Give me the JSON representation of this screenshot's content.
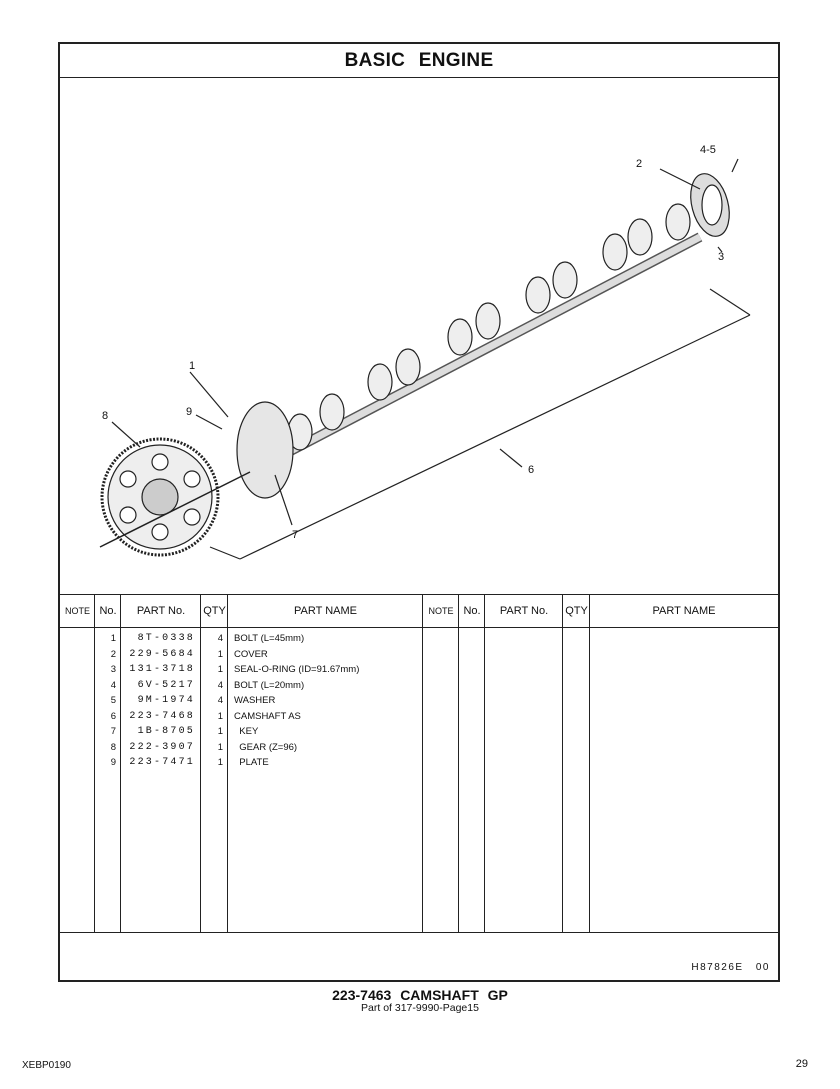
{
  "title": "BASIC ENGINE",
  "callouts": [
    "1",
    "2",
    "3",
    "4-5",
    "6",
    "7",
    "8",
    "9"
  ],
  "table": {
    "headers": {
      "note": "NOTE",
      "no": "No.",
      "part_no": "PART No.",
      "qty": "QTY",
      "part_name": "PART NAME"
    },
    "rows": [
      {
        "no": "1",
        "part_no": "8T-0338",
        "qty": "4",
        "name": "BOLT (L=45mm)"
      },
      {
        "no": "2",
        "part_no": "229-5684",
        "qty": "1",
        "name": "COVER"
      },
      {
        "no": "3",
        "part_no": "131-3718",
        "qty": "1",
        "name": "SEAL-O-RING (ID=91.67mm)"
      },
      {
        "no": "4",
        "part_no": "6V-5217",
        "qty": "4",
        "name": "BOLT (L=20mm)"
      },
      {
        "no": "5",
        "part_no": "9M-1974",
        "qty": "4",
        "name": "WASHER"
      },
      {
        "no": "6",
        "part_no": "223-7468",
        "qty": "1",
        "name": "CAMSHAFT AS"
      },
      {
        "no": "7",
        "part_no": "1B-8705",
        "qty": "1",
        "name": "  KEY"
      },
      {
        "no": "8",
        "part_no": "222-3907",
        "qty": "1",
        "name": "  GEAR (Z=96)"
      },
      {
        "no": "9",
        "part_no": "223-7471",
        "qty": "1",
        "name": "  PLATE"
      }
    ]
  },
  "illustration_code": "H87826E   00",
  "group_title": "223-7463 CAMSHAFT GP",
  "part_of": "Part of 317-9990-Page15",
  "doc_id": "XEBP0190",
  "page_number": "29"
}
